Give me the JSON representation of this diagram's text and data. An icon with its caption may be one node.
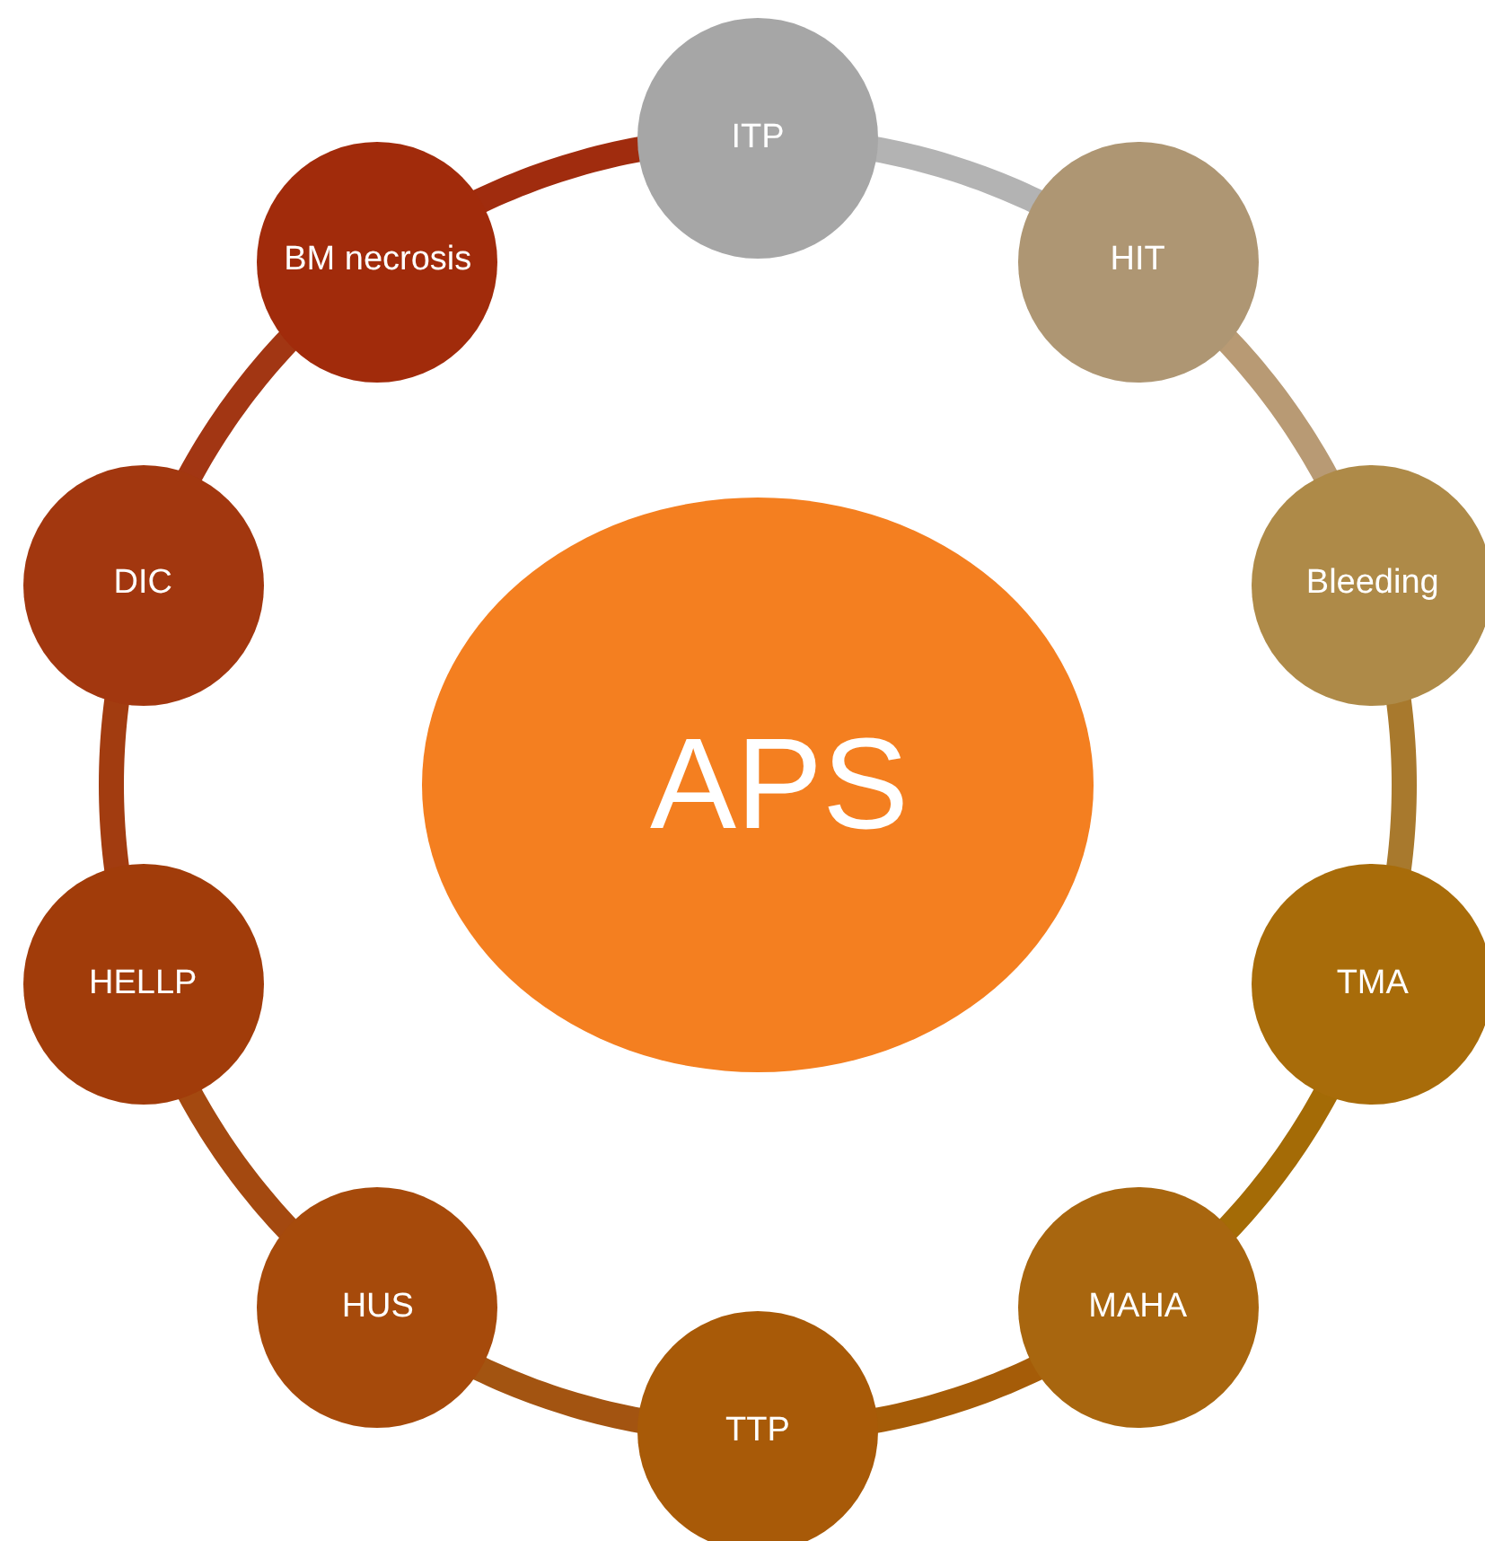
{
  "diagram": {
    "nodes": [
      {
        "text": [
          "APS"
        ]
      },
      {
        "text": [
          "ITP"
        ]
      },
      {
        "text": [
          "HIT"
        ]
      },
      {
        "text": [
          "Bleeding"
        ]
      },
      {
        "text": [
          "TMA"
        ]
      },
      {
        "text": [
          "MAHA"
        ]
      },
      {
        "text": [
          "TTP"
        ]
      },
      {
        "text": [
          "HUS"
        ]
      },
      {
        "text": [
          "HELLP"
        ]
      },
      {
        "text": [
          "DIC"
        ]
      },
      {
        "text": [
          "BM necrosis"
        ]
      }
    ],
    "edges": [
      {
        "from": 1,
        "to": 2,
        "arrow": "none",
        "color": "#b3b3b3"
      },
      {
        "from": 2,
        "to": 3,
        "arrow": "none",
        "color": "#b89a74"
      },
      {
        "from": 3,
        "to": 4,
        "arrow": "none",
        "color": "#a8792d"
      },
      {
        "from": 4,
        "to": 5,
        "arrow": "none",
        "color": "#a46b06"
      },
      {
        "from": 5,
        "to": 6,
        "arrow": "none",
        "color": "#a55c08"
      },
      {
        "from": 6,
        "to": 7,
        "arrow": "none",
        "color": "#a35411"
      },
      {
        "from": 7,
        "to": 8,
        "arrow": "none",
        "color": "#a44910"
      },
      {
        "from": 8,
        "to": 9,
        "arrow": "none",
        "color": "#a23c10"
      },
      {
        "from": 9,
        "to": 10,
        "arrow": "none",
        "color": "#a23613"
      },
      {
        "from": 10,
        "to": 1,
        "arrow": "none",
        "color": "#a02c0e"
      }
    ]
  }
}
